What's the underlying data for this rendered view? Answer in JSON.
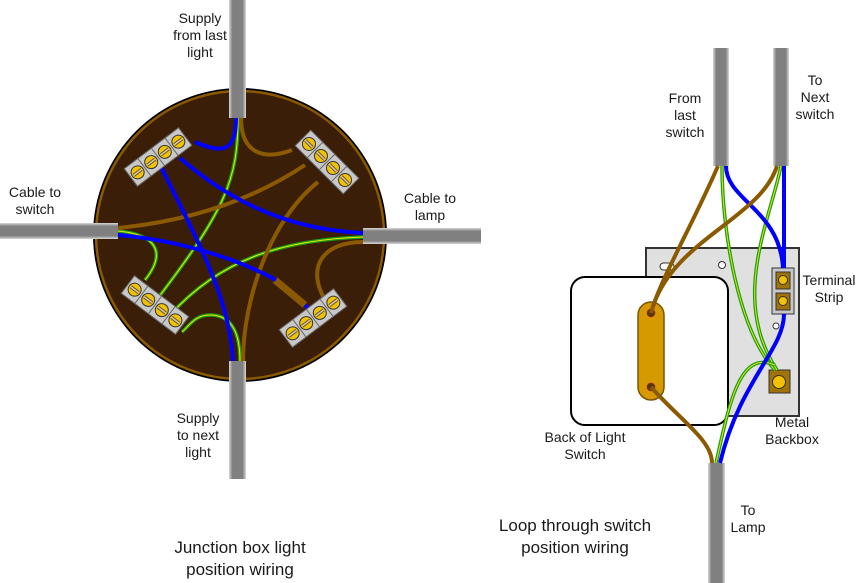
{
  "colors": {
    "live": "#8B5A00",
    "neutral": "#0000FF",
    "earth_green": "#1E9E1E",
    "earth_yellow": "#E8E800",
    "box_fill": "#3B1E08",
    "box_rim": "#8B5A00",
    "cable_grey": "#808080",
    "cable_light": "#D8D8D8",
    "terminal_grey": "#C8C8C8",
    "screw_yellow": "#F2C200",
    "backbox_grey": "#E0E0E0",
    "switch_bar": "#D49A00",
    "earth_terminal": "#A0720A"
  },
  "junction_box": {
    "labels": {
      "supply_from": "Supply\nfrom last\nlight",
      "cable_to_switch": "Cable to\nswitch",
      "cable_to_lamp": "Cable to\nlamp",
      "supply_to_next": "Supply\nto next\nlight"
    },
    "caption": "Junction box light\nposition wiring",
    "terminal_blocks": [
      {
        "name": "neutral-block",
        "ways": 4
      },
      {
        "name": "live-block",
        "ways": 4
      },
      {
        "name": "earth-block",
        "ways": 4
      },
      {
        "name": "switched-live-block",
        "ways": 4
      }
    ]
  },
  "switch_position": {
    "labels": {
      "from_last_switch": "From\nlast\nswitch",
      "to_next_switch": "To\nNext\nswitch",
      "terminal_strip": "Terminal\nStrip",
      "metal_backbox": "Metal\nBackbox",
      "back_of_switch": "Back of Light\nSwitch",
      "to_lamp": "To\nLamp"
    },
    "caption": "Loop through switch\nposition wiring"
  }
}
